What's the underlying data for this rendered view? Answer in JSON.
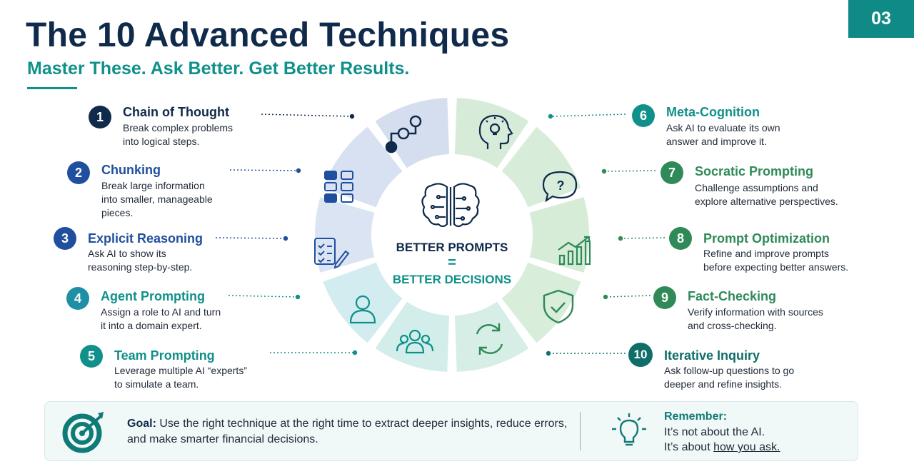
{
  "page": {
    "number": "03"
  },
  "header": {
    "title": "The 10 Advanced Techniques",
    "subtitle": "Master These. Ask Better. Get Better Results."
  },
  "colors": {
    "navy": "#0f2a4a",
    "blue": "#1f4f9e",
    "teal": "#10908a",
    "green": "#2f8a58",
    "wheel_blue": "#cdd8ec",
    "wheel_teal": "#c9ece7",
    "wheel_green": "#cfe8d5"
  },
  "techniques": [
    {
      "number": "1",
      "title": "Chain of Thought",
      "description": "Break complex problems\ninto logical steps.",
      "icon": "chain-of-thought-icon"
    },
    {
      "number": "2",
      "title": "Chunking",
      "description": "Break large information\ninto smaller, manageable\npieces.",
      "icon": "grid-icon"
    },
    {
      "number": "3",
      "title": "Explicit Reasoning",
      "description": "Ask AI to show its\nreasoning step-by-step.",
      "icon": "checklist-icon"
    },
    {
      "number": "4",
      "title": "Agent Prompting",
      "description": "Assign a role to AI and turn\nit into a domain expert.",
      "icon": "user-icon"
    },
    {
      "number": "5",
      "title": "Team Prompting",
      "description": "Leverage multiple AI “experts”\nto simulate a team.",
      "icon": "team-icon"
    },
    {
      "number": "6",
      "title": "Meta-Cognition",
      "description": "Ask AI to evaluate its own\nanswer and improve it.",
      "icon": "head-lightbulb-icon"
    },
    {
      "number": "7",
      "title": "Socratic Prompting",
      "description": "Challenge assumptions and\nexplore alternative perspectives.",
      "icon": "question-bubble-icon"
    },
    {
      "number": "8",
      "title": "Prompt Optimization",
      "description": "Refine and improve prompts\nbefore expecting better answers.",
      "icon": "growth-chart-icon"
    },
    {
      "number": "9",
      "title": "Fact-Checking",
      "description": "Verify information with sources\nand cross-checking.",
      "icon": "shield-check-icon"
    },
    {
      "number": "10",
      "title": "Iterative Inquiry",
      "description": "Ask follow-up questions to go\ndeeper and refine insights.",
      "icon": "refresh-icon"
    }
  ],
  "center": {
    "line1": "BETTER PROMPTS",
    "equals": "=",
    "line2": "BETTER DECISIONS",
    "icon": "brain-circuit-icon"
  },
  "footer": {
    "goal_label": "Goal:",
    "goal_text": "Use the right technique at the right time to extract deeper insights, reduce errors, and make smarter financial decisions.",
    "goal_icon": "target-icon",
    "remember_label": "Remember:",
    "remember_line1": "It’s not about the AI.",
    "remember_line2_prefix": "It’s about ",
    "remember_line2_link": "how you ask.",
    "remember_icon": "lightbulb-icon"
  }
}
